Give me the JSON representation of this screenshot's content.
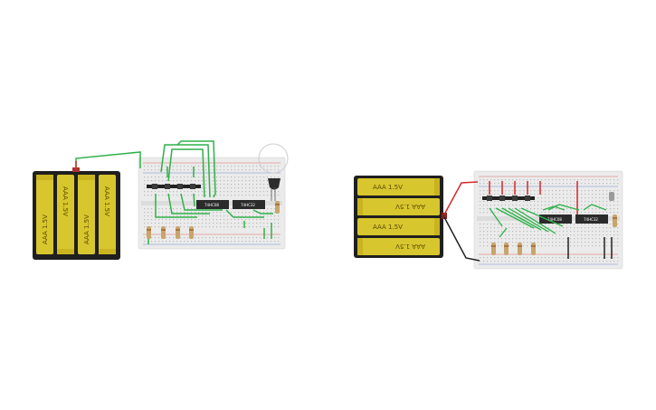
{
  "circuit_left": {
    "battery_cells": [
      "AAA 1.5V",
      "AAA 1.5V",
      "AAA 1.5V",
      "AAA 1.5V"
    ],
    "chip_labels": [
      "74HC08",
      "74HC32"
    ]
  },
  "circuit_right": {
    "battery_cells": [
      "AAA 1.5V",
      "AAA 1.5V",
      "AAA 1.5V",
      "AAA 1.5V"
    ],
    "chip_labels": [
      "74HC08",
      "74HC32"
    ]
  },
  "colors": {
    "wire_green": "#2fb14a",
    "wire_red": "#d72828",
    "wire_black": "#222222",
    "battery_yellow": "#d8c62e",
    "battery_case": "#1f1f1f",
    "chip_body": "#2b2b2b",
    "breadboard": "#ebebeb",
    "rail_red": "#e06666",
    "rail_blue": "#6f8ccf"
  }
}
